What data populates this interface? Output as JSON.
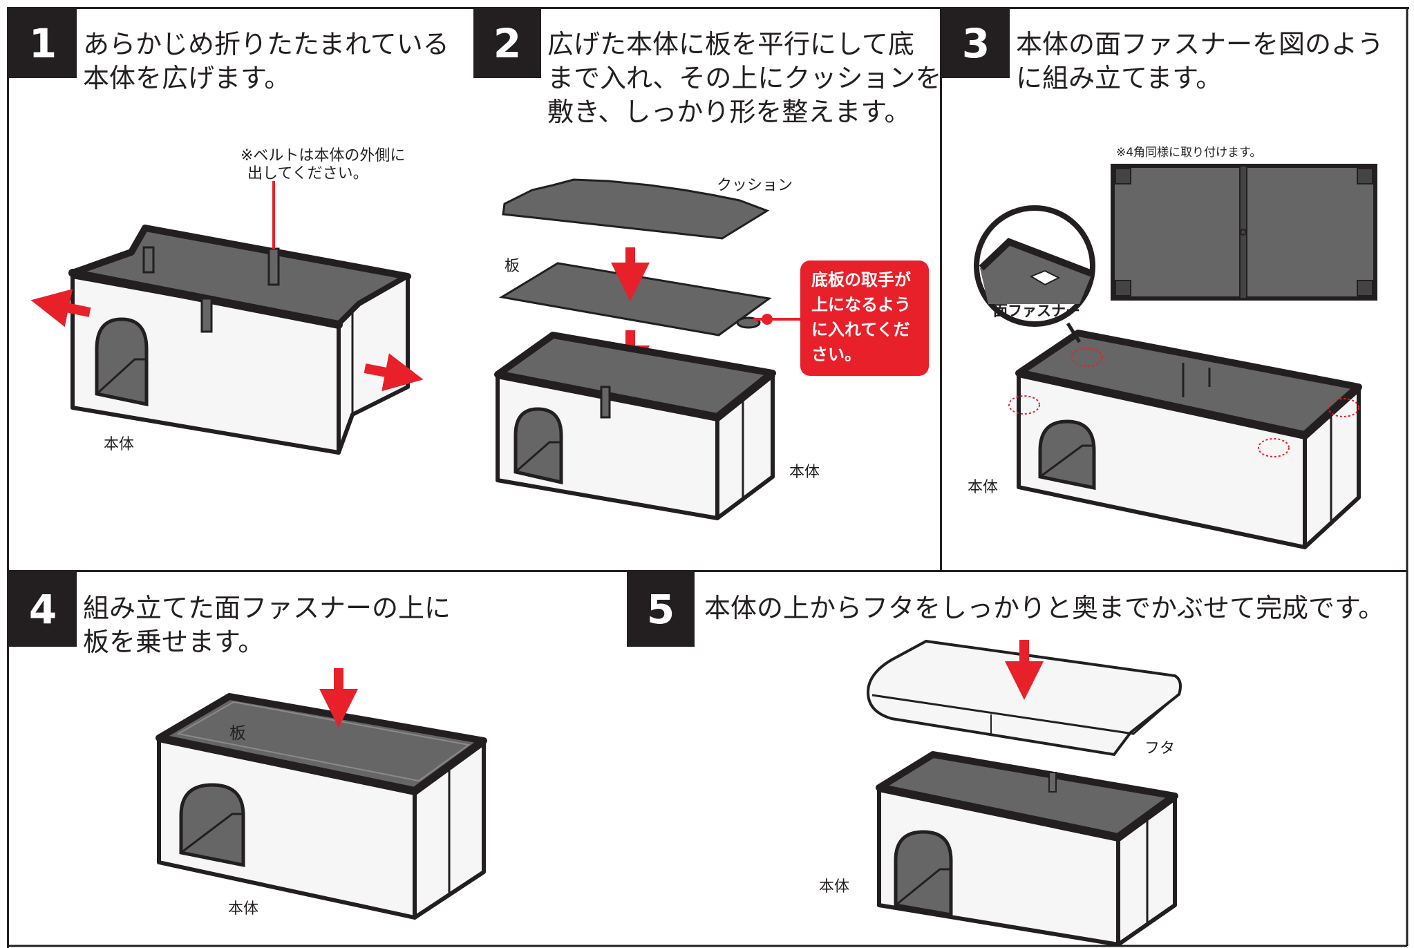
{
  "colors": {
    "ink": "#231f20",
    "interior": "#666666",
    "panel_white": "#f6f6f6",
    "accent_red": "#e8202a",
    "callout_text": "#ffffff"
  },
  "steps": [
    {
      "number": "1",
      "lines": [
        "あらかじめ折りたたまれている",
        "本体を広げます。"
      ],
      "note_lines": [
        "※ベルトは本体の外側に",
        "出してください。"
      ],
      "body_label": "本体"
    },
    {
      "number": "2",
      "lines": [
        "広げた本体に板を平行にして底",
        "まで入れ、その上にクッションを",
        "敷き、しっかり形を整えます。"
      ],
      "cushion_label": "クッション",
      "board_label": "板",
      "callout_lines": [
        "底板の取手が",
        "上になるよう",
        "に入れてくだ",
        "さい。"
      ],
      "body_label": "本体"
    },
    {
      "number": "3",
      "lines": [
        "本体の面ファスナーを図のよう",
        "に組み立てます。"
      ],
      "corner_note": "※4角同様に取り付けます。",
      "fastener_label": "面ファスナー",
      "body_label": "本体"
    },
    {
      "number": "4",
      "lines": [
        "組み立てた面ファスナーの上に",
        "板を乗せます。"
      ],
      "board_label": "板",
      "body_label": "本体"
    },
    {
      "number": "5",
      "lines": [
        "本体の上からフタをしっかりと奥までかぶせて完成です。"
      ],
      "lid_label": "フタ",
      "body_label": "本体"
    }
  ]
}
